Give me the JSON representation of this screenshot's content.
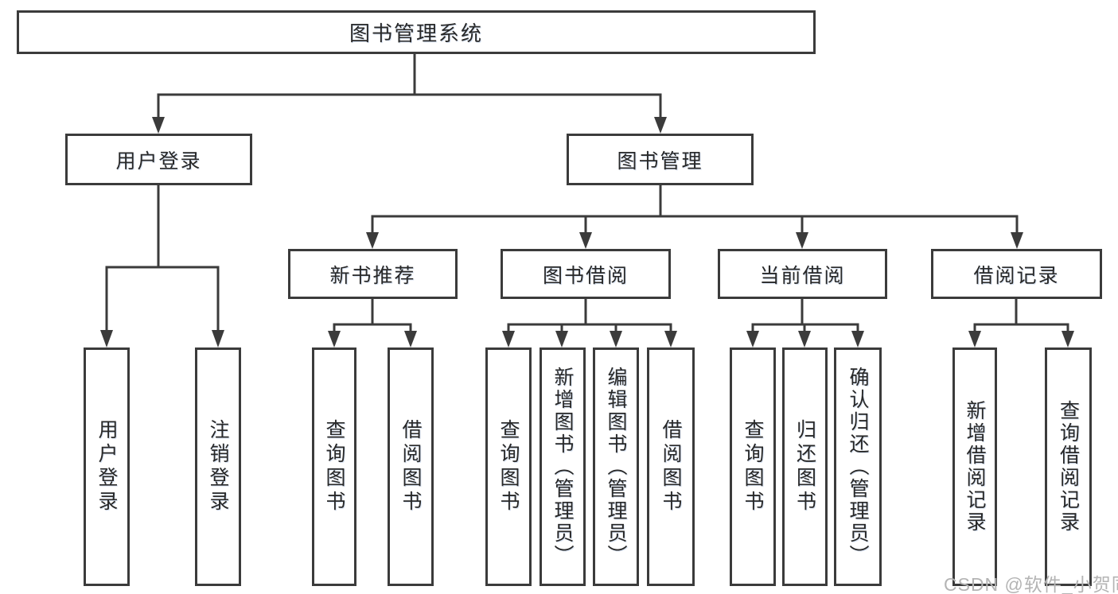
{
  "colors": {
    "line": "#3b3b3b",
    "text": "#282828",
    "box_background": "#ffffff",
    "watermark": "#b4b4b4"
  },
  "watermark": {
    "text": "CSDN @软件_小贺同学"
  },
  "tree": {
    "root": {
      "label": "图书管理系统"
    },
    "user": {
      "label": "用户登录",
      "children": [
        {
          "label": "用户登录"
        },
        {
          "label": "注销登录"
        }
      ]
    },
    "books": {
      "label": "图书管理",
      "children": [
        {
          "label": "新书推荐",
          "children": [
            {
              "label": "查询图书"
            },
            {
              "label": "借阅图书"
            }
          ]
        },
        {
          "label": "图书借阅",
          "children": [
            {
              "label": "查询图书"
            },
            {
              "label": "新增图书（管理员）"
            },
            {
              "label": "编辑图书（管理员）"
            },
            {
              "label": "借阅图书"
            }
          ]
        },
        {
          "label": "当前借阅",
          "children": [
            {
              "label": "查询图书"
            },
            {
              "label": "归还图书"
            },
            {
              "label": "确认归还（管理员）"
            }
          ]
        },
        {
          "label": "借阅记录",
          "children": [
            {
              "label": "新增借阅记录"
            },
            {
              "label": "查询借阅记录"
            }
          ]
        }
      ]
    }
  }
}
